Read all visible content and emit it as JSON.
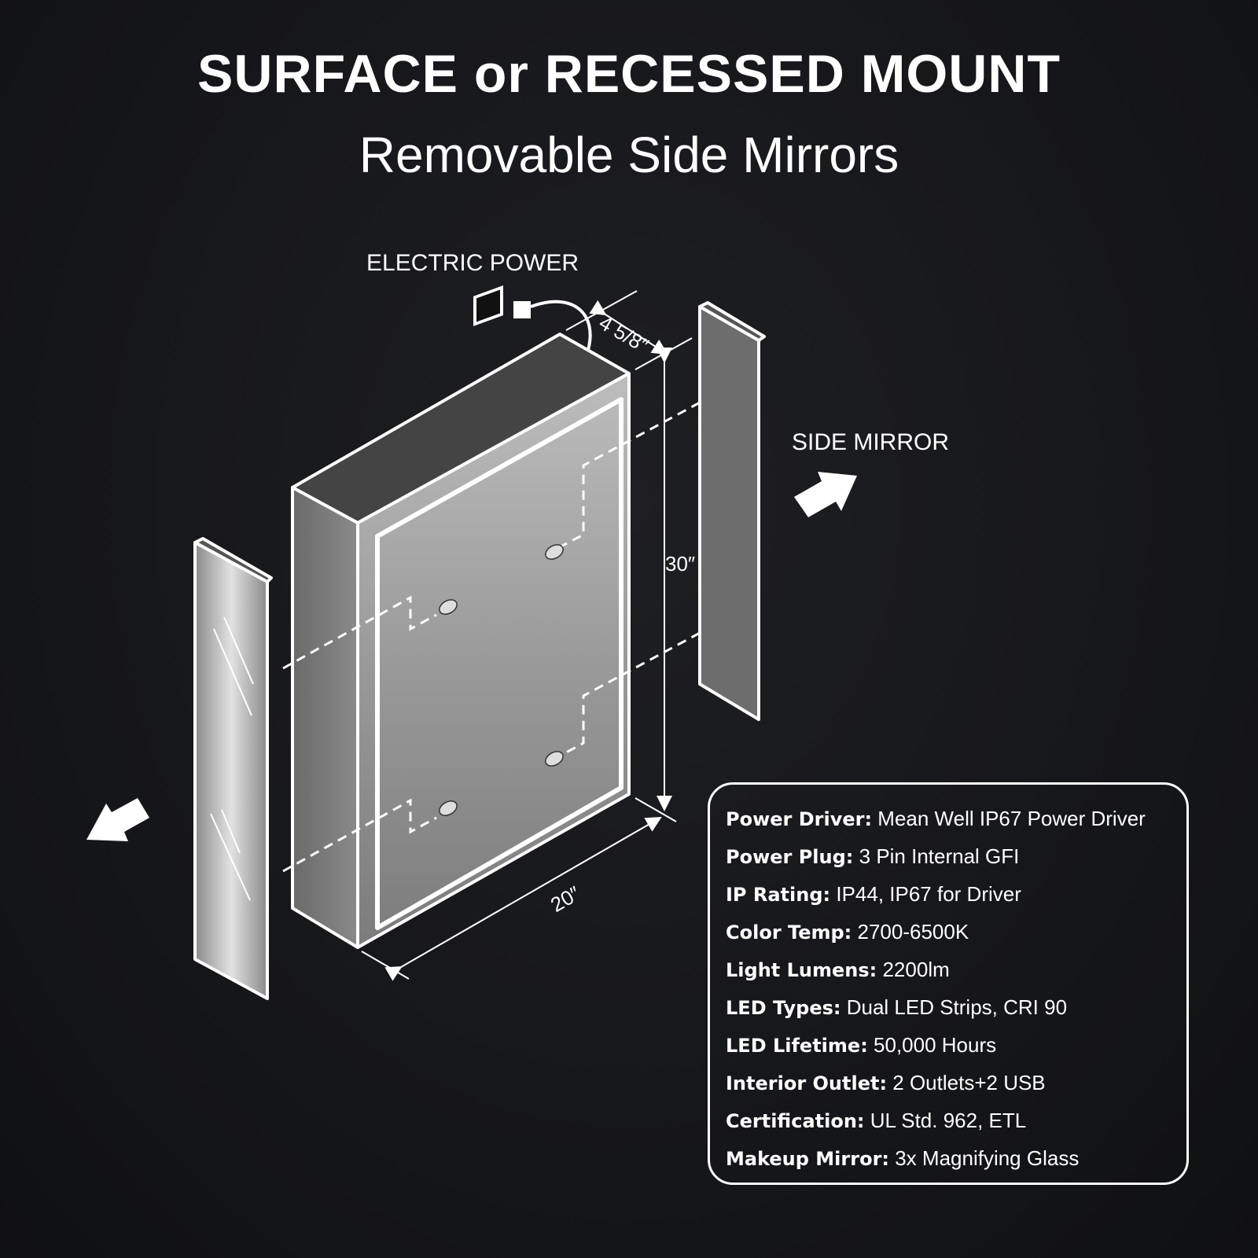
{
  "header": {
    "title": "SURFACE or RECESSED MOUNT",
    "subtitle": "Removable Side Mirrors"
  },
  "diagram": {
    "electric_power_label": "ELECTRIC POWER",
    "side_mirror_label": "SIDE MIRROR",
    "depth_dimension": "4 5/8″",
    "height_dimension": "30″",
    "width_dimension": "20″"
  },
  "specs": [
    {
      "label": "Power Driver:",
      "value": " Mean Well IP67 Power Driver"
    },
    {
      "label": "Power Plug:",
      "value": " 3 Pin Internal GFI"
    },
    {
      "label": "IP Rating:",
      "value": " IP44, IP67 for Driver"
    },
    {
      "label": "Color Temp:",
      "value": " 2700-6500K"
    },
    {
      "label": "Light Lumens:",
      "value": " 2200lm"
    },
    {
      "label": "LED Types:",
      "value": " Dual LED Strips, CRI 90"
    },
    {
      "label": "LED Lifetime:",
      "value": " 50,000 Hours"
    },
    {
      "label": "Interior Outlet:",
      "value": " 2 Outlets+2 USB"
    },
    {
      "label": "Certification:",
      "value": " UL Std. 962, ETL"
    },
    {
      "label": "Makeup Mirror:",
      "value": " 3x Magnifying Glass"
    }
  ]
}
